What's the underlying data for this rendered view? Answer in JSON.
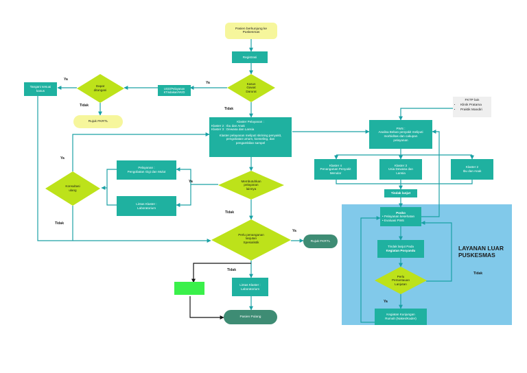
{
  "colors": {
    "teal": "#1fb1a0",
    "yellow": "#bde21a",
    "light_yellow": "#f6f69c",
    "dark_green": "#3e8c74",
    "region_blue": "#81c9ea",
    "bright_green": "#3af04a",
    "arrow": "#1aa1a5"
  },
  "start": "Pasien berkunjung ke\nPuskesmas",
  "registrasi": "Registrasi",
  "kasus_gawat": "Kasus\nGawat\nDarurat",
  "ugd_box": "UGD/Pelayanan\nKTindakan/VK/D",
  "dapat_ditangani": "Dapat\nditangani",
  "tangani_sesuai": "Tangani sesuai\nkasus",
  "rujuk_fkrtl_top": "Rujuk  FKRTL",
  "klaster_pelayanan": {
    "title": "Klaster Pelayanan :",
    "items": [
      "Klaster  2 :  Ibu dan Anak",
      "Klaster   3 :  Dewasa dan Lansia"
    ],
    "note": "Klaster pelayanan meliputi skrining penyakit,\npengobatan umum, konseling, dan\npengambilan sampel"
  },
  "pelayanan_gigi": "Pelayanan :\nPengobatan Gigi dan Mulut",
  "lintas_klaster_lab_top": "Lintas Klaster :\nLaboratorium",
  "membutuhkan": "Membutuhkan\npelayanan\nlainnya",
  "konsultasi": "Konsultasi\nulang",
  "perlu_penanganan": "Perlu penanganan\nlanjutan\nSpesialistik",
  "rujuk_fkrtl_right": "Rujuk  FKRTL",
  "lintas_klaster_lab_bottom": "Lintas Klaster :\nLaboratorium",
  "pasien_pulang": "Pasien Pulang",
  "pws": "PWS :\nAnalisa Beban penyakit meliputi\nmorbiditas dan cakupan\npelayanan",
  "fktp": {
    "title": "FKTP lain",
    "items": [
      "Klinik Pratama",
      "Praktik Mandiri"
    ]
  },
  "klaster4": "Klaster  4\nPenanganan Penyakit\nMenular",
  "klaster3": "Klaster  3\nUsia Dewasa dan\nLansia",
  "klaster2": "Klaster  2\nIbu dan Anak",
  "tindak_lanjut": "Tindak lanjut",
  "posko": {
    "title": "Posko",
    "items": [
      "Pelayanan kesehatan",
      "Evaluasi PWS"
    ]
  },
  "tindak_posyandu": {
    "line1": "Tindak lanjut Pada",
    "line2": "Kegiatan Posyandu"
  },
  "perlu_pemantauan": "Perlu\nPemantauan\nLanjutan",
  "kegiatan_kunjungan": "Kegiatan Kunjungan\nRumah (Nakes/Kader)",
  "layanan_luar": "LAYANAN LUAR\nPUSKESMAS",
  "labels": {
    "ya": "Ya",
    "tidak": "Tidak"
  }
}
